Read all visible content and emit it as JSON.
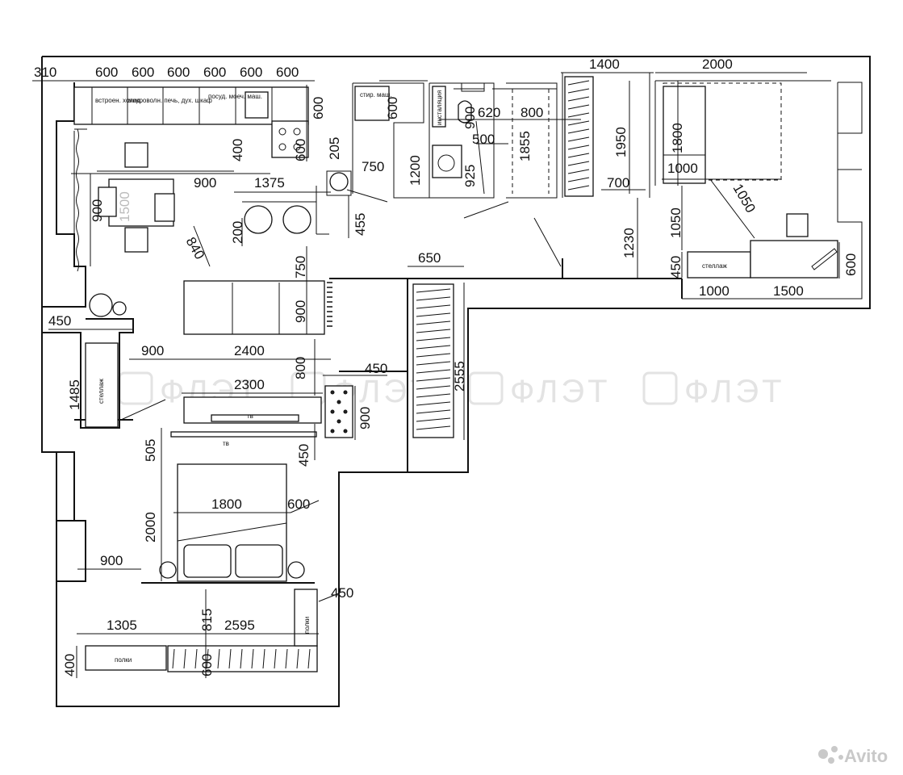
{
  "dimensions": {
    "top_310": "310",
    "top_600_a": "600",
    "top_600_b": "600",
    "top_600_c": "600",
    "top_600_d": "600",
    "top_600_e": "600",
    "top_600_f": "600",
    "k_600_v": "600",
    "k_600_v2": "600",
    "k_400": "400",
    "k_205": "205",
    "k_900": "900",
    "k_1375": "1375",
    "k_750_sink": "750",
    "k_455": "455",
    "k_200": "200",
    "k_840": "840",
    "din_900": "900",
    "din_1500": "1500",
    "hall_750": "750",
    "bath_600": "600",
    "bath_1200": "1200",
    "bath_900": "900",
    "bath_620": "620",
    "bath_500": "500",
    "bath_925": "925",
    "w_800": "800",
    "w_1855": "1855",
    "c_1400": "1400",
    "c_1950": "1950",
    "c_700": "700",
    "c_1230": "1230",
    "r_2000": "2000",
    "r_1800": "1800",
    "r_1000_bed": "1000",
    "r_1050_diag": "1050",
    "r_1050": "1050",
    "r_450": "450",
    "r_1000_b": "1000",
    "r_1500": "1500",
    "r_600": "600",
    "h_650": "650",
    "h_2555": "2555",
    "l_900_sofa": "900",
    "l_450": "450",
    "l_900": "900",
    "l_2400": "2400",
    "l_1485": "1485",
    "l_800": "800",
    "l_2300": "2300",
    "n_450": "450",
    "n_900": "900",
    "b_505": "505",
    "b_450": "450",
    "b_1800": "1800",
    "b_600": "600",
    "b_2000": "2000",
    "b_900": "900",
    "b_450_r": "450",
    "b_815": "815",
    "b_1305": "1305",
    "b_2595": "2595",
    "b_400": "400",
    "b_600_v": "600"
  },
  "labels": {
    "fridge": "встроен. холод.",
    "micro": "микроволн. печь, дух. шкаф",
    "dishwasher": "посуд. моеч. маш.",
    "washer": "стир. маш.",
    "install": "инсталяция",
    "shelf_rack": "стеллаж",
    "shelf_rack_left": "стеллаж",
    "tv_upper": "тв",
    "tv_lower": "тв",
    "shelves_bottom": "полки",
    "shelves_side": "полки"
  },
  "watermark": "ФЛЭТ",
  "brand": "Avito",
  "colors": {
    "line": "#111111",
    "watermark": "#e3e3e3"
  }
}
